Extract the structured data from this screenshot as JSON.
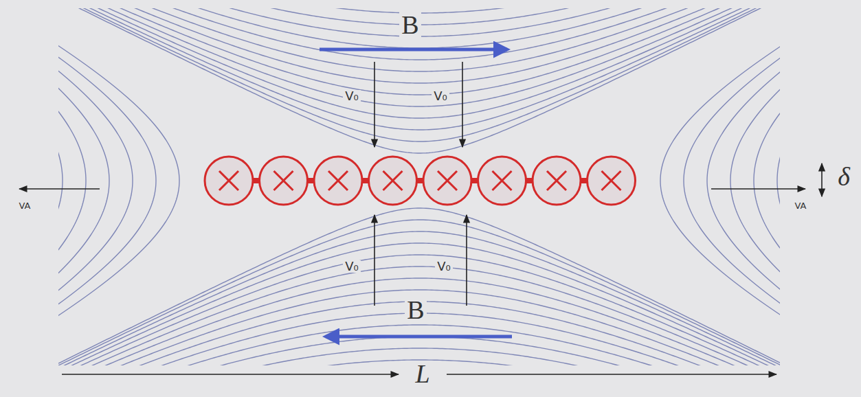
{
  "diagram": {
    "labels": [
      "B",
      "V₀",
      "V₀",
      "VA",
      "VA",
      "δ",
      "V₀",
      "V₀",
      "B",
      "L"
    ]
  }
}
